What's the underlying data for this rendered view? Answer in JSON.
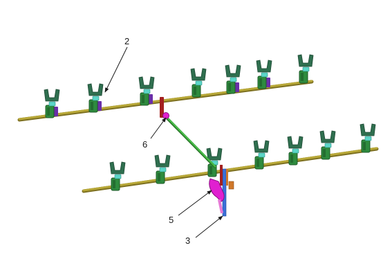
{
  "callouts": [
    {
      "id": "c2",
      "label": "2"
    },
    {
      "id": "c6",
      "label": "6"
    },
    {
      "id": "c5",
      "label": "5"
    },
    {
      "id": "c3",
      "label": "3"
    }
  ],
  "colors": {
    "shaft": "#b8a838",
    "shaft_dark": "#7d7020",
    "bracket": "#2e8b3e",
    "bracket_dark": "#1d5a28",
    "fork_green": "#2f6f4f",
    "fork_cyan": "#5cd6c8",
    "collar_purple": "#6a2fa8",
    "link_green": "#3aa63a",
    "arm_red": "#a32020",
    "actuator_magenta": "#e020d0",
    "rod_blue": "#3a6fd8",
    "rod_orange": "#d0782a",
    "leader": "#1a1a1a"
  },
  "icons": {
    "clip": "u-clip-bracket",
    "collar": "hex-collar",
    "arrow": "leader-arrowhead"
  }
}
